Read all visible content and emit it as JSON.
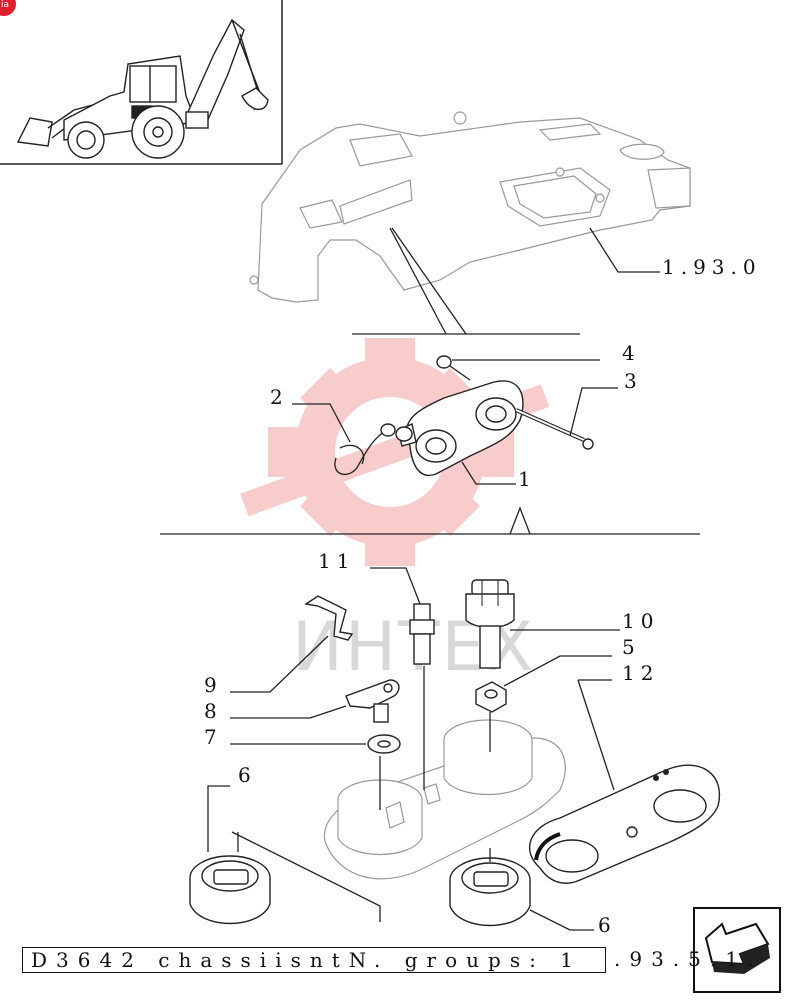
{
  "callouts": {
    "ref_top": "1.93.0",
    "n1": "1",
    "n2": "2",
    "n3": "3",
    "n4": "4",
    "n5": "5",
    "n6a": "6",
    "n6b": "6",
    "n7": "7",
    "n8": "8",
    "n9": "9",
    "n10": "10",
    "n11": "11",
    "n12": "12"
  },
  "watermark": {
    "text": "ИНТЕХ",
    "color": "#f08080"
  },
  "footer": {
    "model": "D3642 chassiisntN. groups: 1",
    "code": ".93.5.1."
  },
  "badge": {
    "text": "ia",
    "color": "#e0202a"
  },
  "nav": {
    "icon": "next-page-arrow-icon"
  }
}
